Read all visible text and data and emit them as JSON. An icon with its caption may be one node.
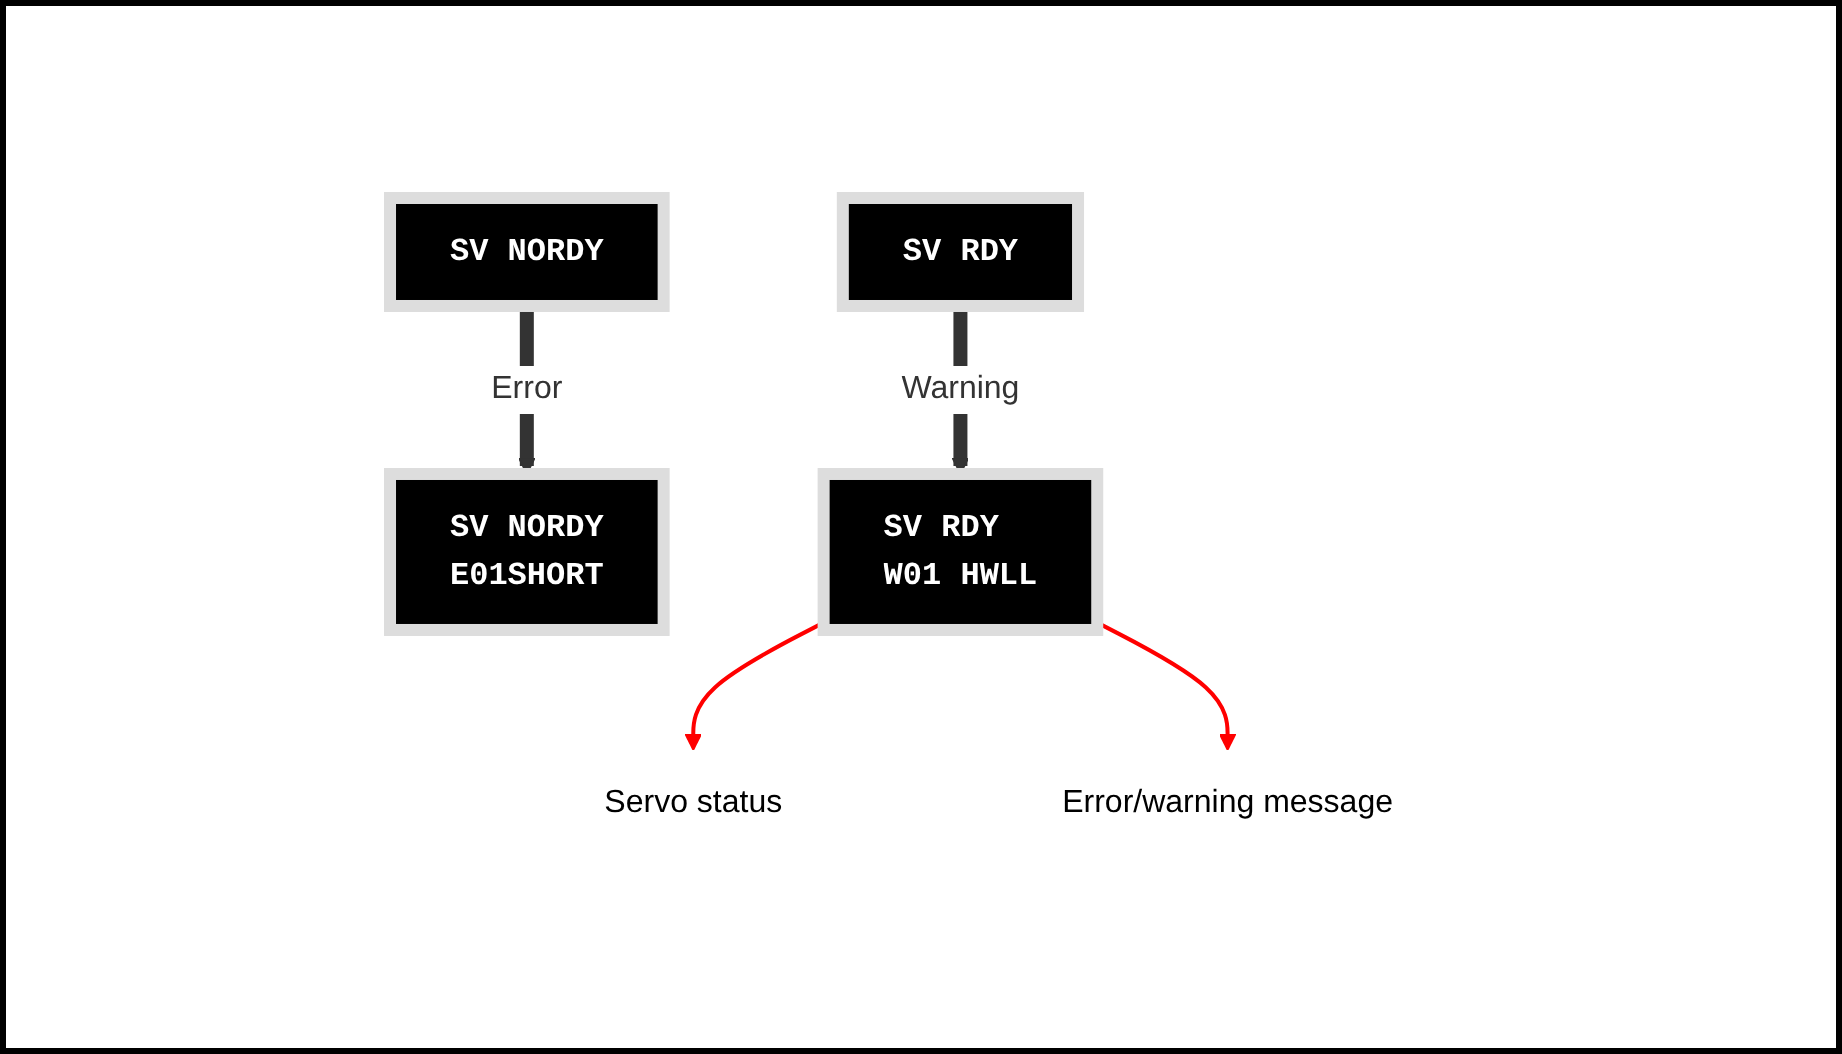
{
  "diagram": {
    "nodes": [
      {
        "text": [
          "SV NORDY"
        ]
      },
      {
        "text": [
          "SV RDY"
        ]
      },
      {
        "text": [
          "SV NORDY",
          "E01SHORT"
        ]
      },
      {
        "text": [
          "SV RDY",
          "W01 HWLL"
        ]
      },
      {
        "text": [
          "Servo status"
        ]
      },
      {
        "text": [
          "Error/warning message"
        ]
      }
    ],
    "edges": [
      {
        "from": 0,
        "to": 2,
        "arrow": "to",
        "label": "Error",
        "style": "thick"
      },
      {
        "from": 1,
        "to": 3,
        "arrow": "to",
        "label": "Warning",
        "style": "thick"
      },
      {
        "from": 3,
        "to": 4,
        "arrow": "to",
        "color": "#ff0000"
      },
      {
        "from": 3,
        "to": 5,
        "arrow": "to",
        "color": "#ff0000"
      }
    ]
  }
}
